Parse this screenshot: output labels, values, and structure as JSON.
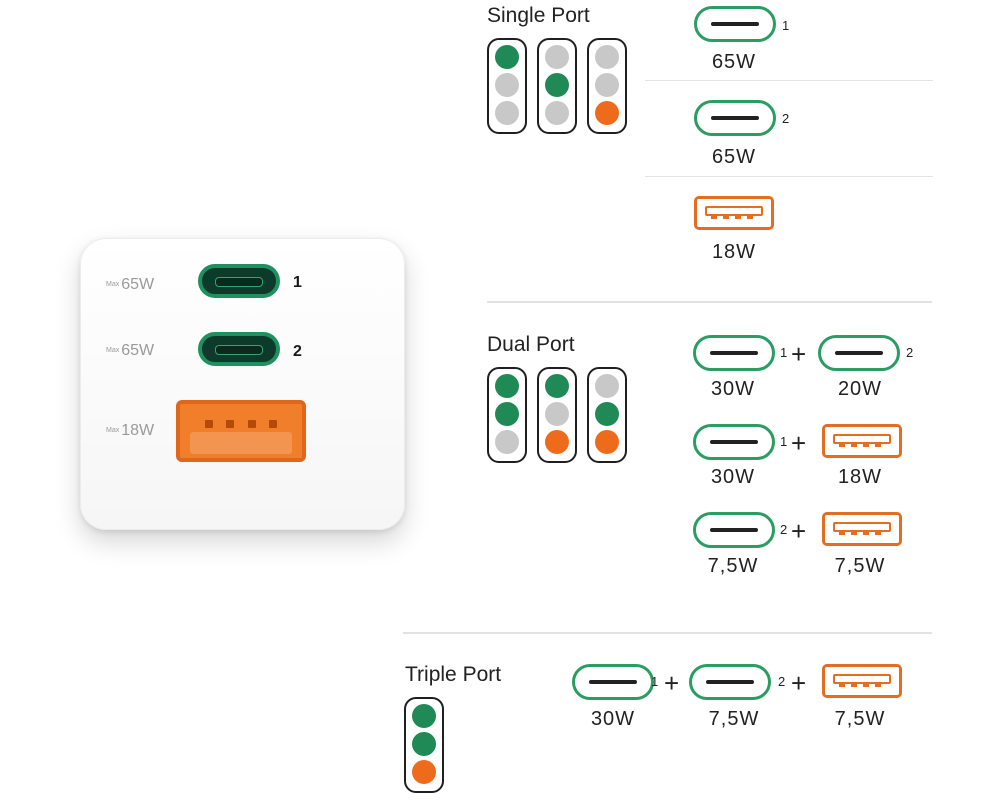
{
  "charger": {
    "ports": [
      {
        "max_prefix": "Max",
        "max_value": "65W",
        "number": "1",
        "type": "usb-c"
      },
      {
        "max_prefix": "Max",
        "max_value": "65W",
        "number": "2",
        "type": "usb-c"
      },
      {
        "max_prefix": "Max",
        "max_value": "18W",
        "number": "",
        "type": "usb-a"
      }
    ]
  },
  "single_port": {
    "title": "Single Port",
    "indicators": [
      [
        "green",
        "gray",
        "gray"
      ],
      [
        "gray",
        "green",
        "gray"
      ],
      [
        "gray",
        "gray",
        "orange"
      ]
    ],
    "rows": [
      {
        "port": "usb-c",
        "number": "1",
        "watts": "65W"
      },
      {
        "port": "usb-c",
        "number": "2",
        "watts": "65W"
      },
      {
        "port": "usb-a",
        "number": "",
        "watts": "18W"
      }
    ]
  },
  "dual_port": {
    "title": "Dual Port",
    "indicators": [
      [
        "green",
        "green",
        "gray"
      ],
      [
        "green",
        "gray",
        "orange"
      ],
      [
        "gray",
        "green",
        "orange"
      ]
    ],
    "rows": [
      {
        "left": {
          "port": "usb-c",
          "number": "1",
          "watts": "30W"
        },
        "plus": "+",
        "right": {
          "port": "usb-c",
          "number": "2",
          "watts": "20W"
        }
      },
      {
        "left": {
          "port": "usb-c",
          "number": "1",
          "watts": "30W"
        },
        "plus": "+",
        "right": {
          "port": "usb-a",
          "number": "",
          "watts": "18W"
        }
      },
      {
        "left": {
          "port": "usb-c",
          "number": "2",
          "watts": "7,5W"
        },
        "plus": "+",
        "right": {
          "port": "usb-a",
          "number": "",
          "watts": "7,5W"
        }
      }
    ]
  },
  "triple_port": {
    "title": "Triple Port",
    "indicator": [
      "green",
      "green",
      "orange"
    ],
    "ports": [
      {
        "port": "usb-c",
        "number": "1",
        "watts": "30W"
      },
      {
        "port": "usb-c",
        "number": "2",
        "watts": "7,5W"
      },
      {
        "port": "usb-a",
        "number": "",
        "watts": "7,5W"
      }
    ],
    "plus": "+"
  },
  "colors": {
    "green": "#1f8a55",
    "gray": "#c8c8c8",
    "orange": "#ef6b1c",
    "usb_c_outline": "#2a9d62",
    "usb_a_outline": "#e36e22"
  }
}
